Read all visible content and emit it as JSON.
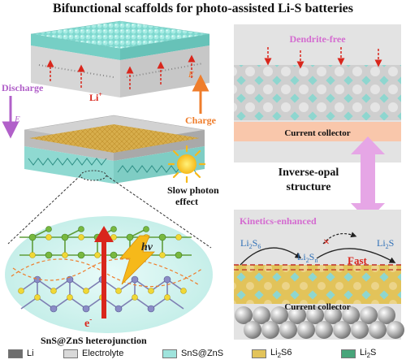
{
  "title": "Bifunctional scaffolds for photo-assisted Li-S batteries",
  "left_panel": {
    "li_ion": "Li",
    "li_ion_sup": "+",
    "discharge": "Discharge",
    "charge": "Charge",
    "field_e_left": "E",
    "field_e_right": "E",
    "slow_photon": "Slow photon",
    "slow_photon_2": "effect",
    "hv": "hν",
    "electron": "e",
    "electron_sup": "-",
    "heterojunction": "SnS@ZnS heterojunction"
  },
  "right_top": {
    "dendrite_free": "Dendrite-free",
    "current_collector": "Current collector"
  },
  "middle": {
    "line1": "Inverse-opal",
    "line2": "structure"
  },
  "right_bottom": {
    "kinetics": "Kinetics-enhanced",
    "li2s6_base": "Li",
    "li2s6_sub": "2",
    "li2s6_s": "S",
    "li2s6_sub2": "6",
    "li2sn_base": "Li",
    "li2sn_sub": "2",
    "li2sn_s": "S",
    "li2sn_sub2": "n",
    "li2s_base": "Li",
    "li2s_sub": "2",
    "li2s_s": "S",
    "blocked": "×",
    "fast": "Fast",
    "current_collector": "Current collector"
  },
  "legend": [
    {
      "label": "Li",
      "sub": "",
      "label2": "",
      "color": "#6e6e6e"
    },
    {
      "label": "Electrolyte",
      "sub": "",
      "label2": "",
      "color": "#d9d9d9"
    },
    {
      "label": "SnS@ZnS",
      "sub": "",
      "label2": "",
      "color": "#9fe3dc"
    },
    {
      "label": "Li",
      "sub": "2",
      "label2": "S6",
      "color": "#e2c35a"
    },
    {
      "label": "Li",
      "sub": "2",
      "label2": "S",
      "color": "#48a57a"
    }
  ],
  "colors": {
    "lithium": "#6e6e6e",
    "electrolyte": "#d9d9d9",
    "sns_zns": "#9fe3dc",
    "li2s6": "#e2c35a",
    "li2s": "#48a57a",
    "pink_label": "#d46bd0",
    "red_arrow": "#d9261c",
    "charge_orange": "#ef7d2b",
    "discharge_violet": "#b160c9",
    "collector_peach": "#f9c7ab"
  }
}
